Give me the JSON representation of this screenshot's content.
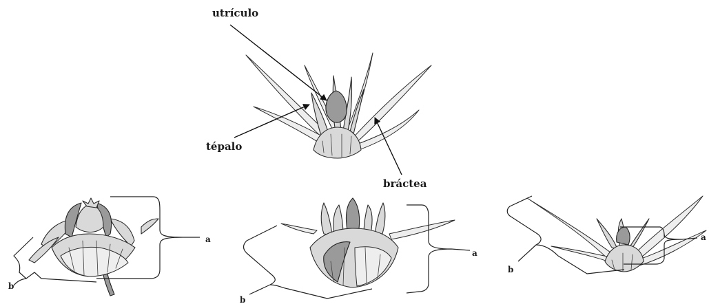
{
  "labels": {
    "utriculo": "utrículo",
    "tepalo": "tépalo",
    "bractea": "bráctea"
  },
  "figures": [
    {
      "brace_a": "a",
      "brace_b": "b"
    },
    {
      "brace_a": "a",
      "brace_b": "b"
    },
    {
      "brace_a": "a",
      "brace_b": "b"
    }
  ]
}
